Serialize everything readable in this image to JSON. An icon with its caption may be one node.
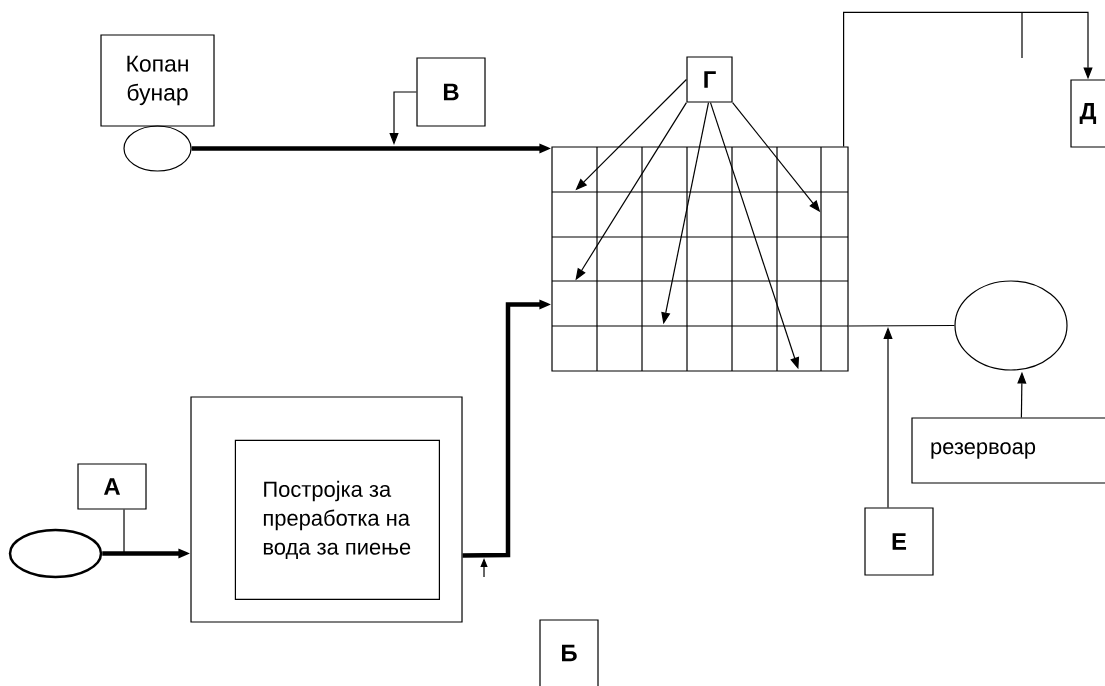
{
  "diagram": {
    "nodes": [
      {
        "text": [
          "Копан бунар"
        ]
      },
      {
        "text": [],
        "shape": "circle"
      },
      {
        "text": [
          "В"
        ]
      },
      {
        "text": [],
        "shape": "grid"
      },
      {
        "text": [
          "Г"
        ]
      },
      {
        "text": [
          "Д"
        ]
      },
      {
        "text": [],
        "shape": "circle"
      },
      {
        "text": [
          "резервоар"
        ]
      },
      {
        "text": [
          "Е"
        ]
      },
      {
        "text": [],
        "shape": "box"
      },
      {
        "text": [
          "Постројка за преработка на вода за пиење"
        ],
        "in": 9
      },
      {
        "text": [
          "А"
        ]
      },
      {
        "text": [],
        "shape": "circle"
      },
      {
        "text": [
          "Б"
        ]
      }
    ],
    "edges": [
      {
        "from": 1,
        "to": 3,
        "arrow": "to",
        "style": "thick"
      },
      {
        "from": 2,
        "to": null,
        "arrow": "to"
      },
      {
        "from": 4,
        "to": 3,
        "arrow": "to"
      },
      {
        "from": 4,
        "to": 3,
        "arrow": "to"
      },
      {
        "from": 4,
        "to": 3,
        "arrow": "to"
      },
      {
        "from": 4,
        "to": 3,
        "arrow": "to"
      },
      {
        "from": 4,
        "to": 3,
        "arrow": "to"
      },
      {
        "from": 3,
        "to": 5,
        "arrow": "to"
      },
      {
        "from": 3,
        "to": 6,
        "arrow": "none"
      },
      {
        "from": 8,
        "to": null,
        "arrow": "to"
      },
      {
        "from": 7,
        "to": 6,
        "arrow": "to"
      },
      {
        "from": 12,
        "to": 9,
        "arrow": "to",
        "style": "thick"
      },
      {
        "from": 11,
        "to": null,
        "arrow": "none"
      },
      {
        "from": 9,
        "to": 3,
        "arrow": "to",
        "style": "thick"
      }
    ]
  }
}
